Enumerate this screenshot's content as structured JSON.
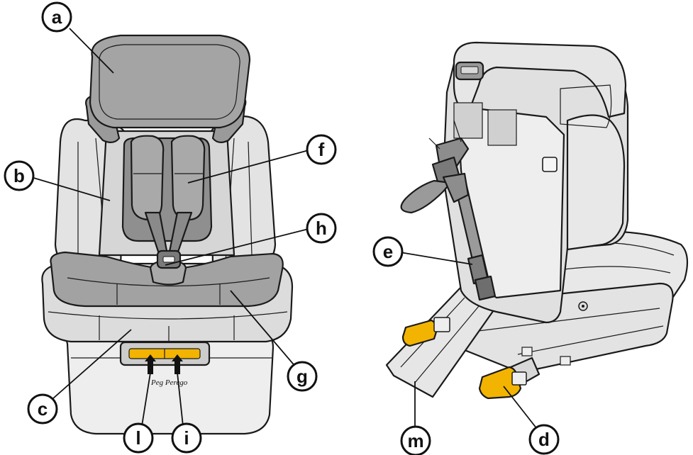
{
  "colors": {
    "shell": "#e1e1e1",
    "shell_dark": "#cfcfcf",
    "cushion": "#9d9d9d",
    "cushion_dark": "#7e7e7e",
    "strap": "#8a8a8a",
    "isofix_yellow": "#f2b400",
    "outline": "#1a1a1a",
    "background": "#ffffff"
  },
  "logo_text": "Peg Perego",
  "callouts": [
    {
      "id": "a",
      "letter": "a"
    },
    {
      "id": "b",
      "letter": "b"
    },
    {
      "id": "c",
      "letter": "c"
    },
    {
      "id": "d",
      "letter": "d"
    },
    {
      "id": "e",
      "letter": "e"
    },
    {
      "id": "f",
      "letter": "f"
    },
    {
      "id": "g",
      "letter": "g"
    },
    {
      "id": "h",
      "letter": "h"
    },
    {
      "id": "i",
      "letter": "i"
    },
    {
      "id": "l",
      "letter": "l"
    },
    {
      "id": "m",
      "letter": "m"
    }
  ]
}
